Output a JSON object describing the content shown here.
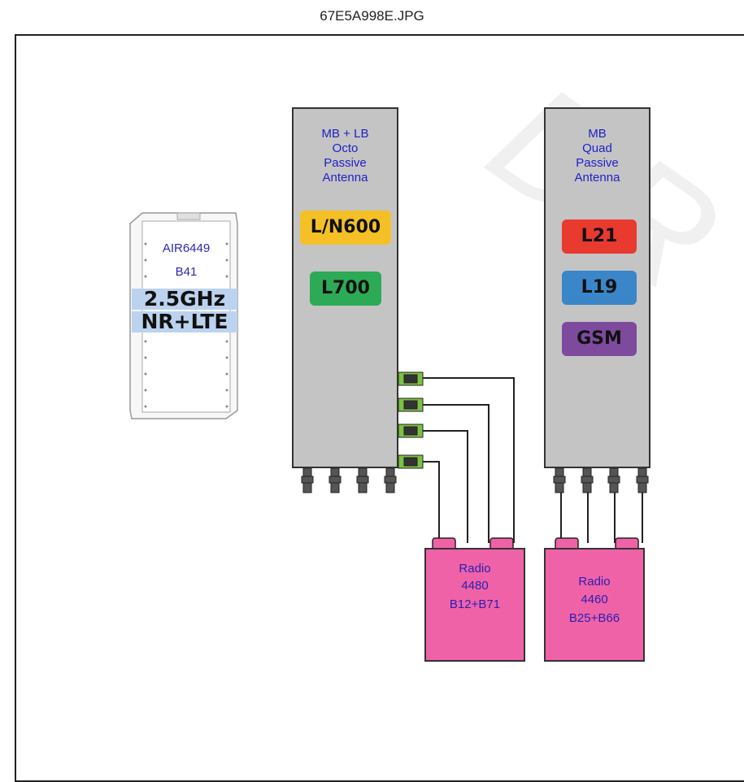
{
  "file_title": "67E5A998E.JPG",
  "watermark": "DR",
  "air_unit": {
    "model": "AIR6449",
    "band": "B41",
    "freq": "2.5GHz",
    "tech": "NR+LTE"
  },
  "antenna_left": {
    "title_lines": [
      "MB + LB",
      "Octo",
      "Passive",
      "Antenna"
    ],
    "bands": [
      {
        "label": "L/N600",
        "bg": "#f5c026",
        "color": "#111111"
      },
      {
        "label": "L700",
        "bg": "#2daa55",
        "color": "#111111"
      }
    ]
  },
  "antenna_right": {
    "title_lines": [
      "MB",
      "Quad",
      "Passive",
      "Antenna"
    ],
    "bands": [
      {
        "label": "L21",
        "bg": "#e83a2f",
        "color": "#111111"
      },
      {
        "label": "L19",
        "bg": "#3a86c8",
        "color": "#111111"
      },
      {
        "label": "GSM",
        "bg": "#7e4a9e",
        "color": "#111111"
      }
    ]
  },
  "radio_left": {
    "lines": [
      "Radio",
      "4480",
      "B12+B71"
    ],
    "color": "#f062a8"
  },
  "radio_right": {
    "lines": [
      "Radio",
      "4460",
      "B25+B66"
    ],
    "color": "#f062a8"
  }
}
